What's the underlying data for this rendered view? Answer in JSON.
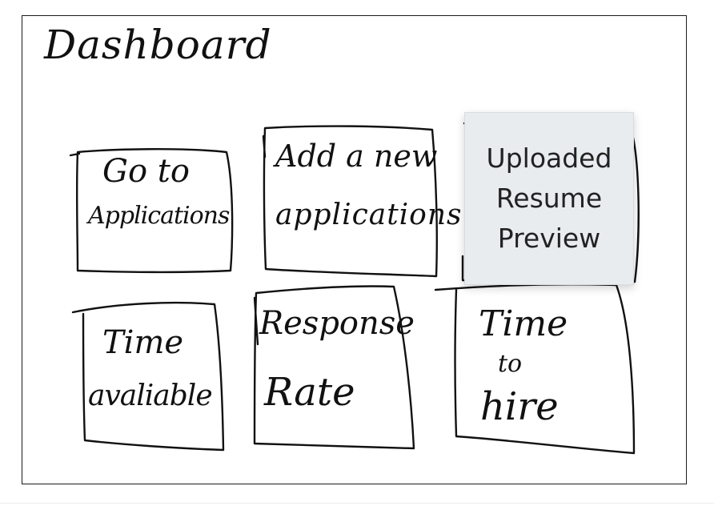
{
  "dashboard": {
    "title": "Dashboard"
  },
  "cards": [
    {
      "id": "go-to-applications",
      "lines": [
        "Go to",
        "Applications"
      ]
    },
    {
      "id": "add-new-application",
      "lines": [
        "Add a new",
        "applications"
      ]
    },
    {
      "id": "time-avaliable",
      "lines": [
        "Time",
        "avaliable"
      ]
    },
    {
      "id": "response-rate",
      "lines": [
        "Response",
        "Rate"
      ]
    },
    {
      "id": "time-to-hire",
      "lines": [
        "Time",
        "to",
        "hire"
      ]
    }
  ],
  "sticky_note": {
    "text": "Uploaded\nResume\nPreview"
  },
  "colors": {
    "ink": "#111111",
    "sticky_bg": "#e9ecef",
    "canvas_bg": "#ffffff"
  }
}
